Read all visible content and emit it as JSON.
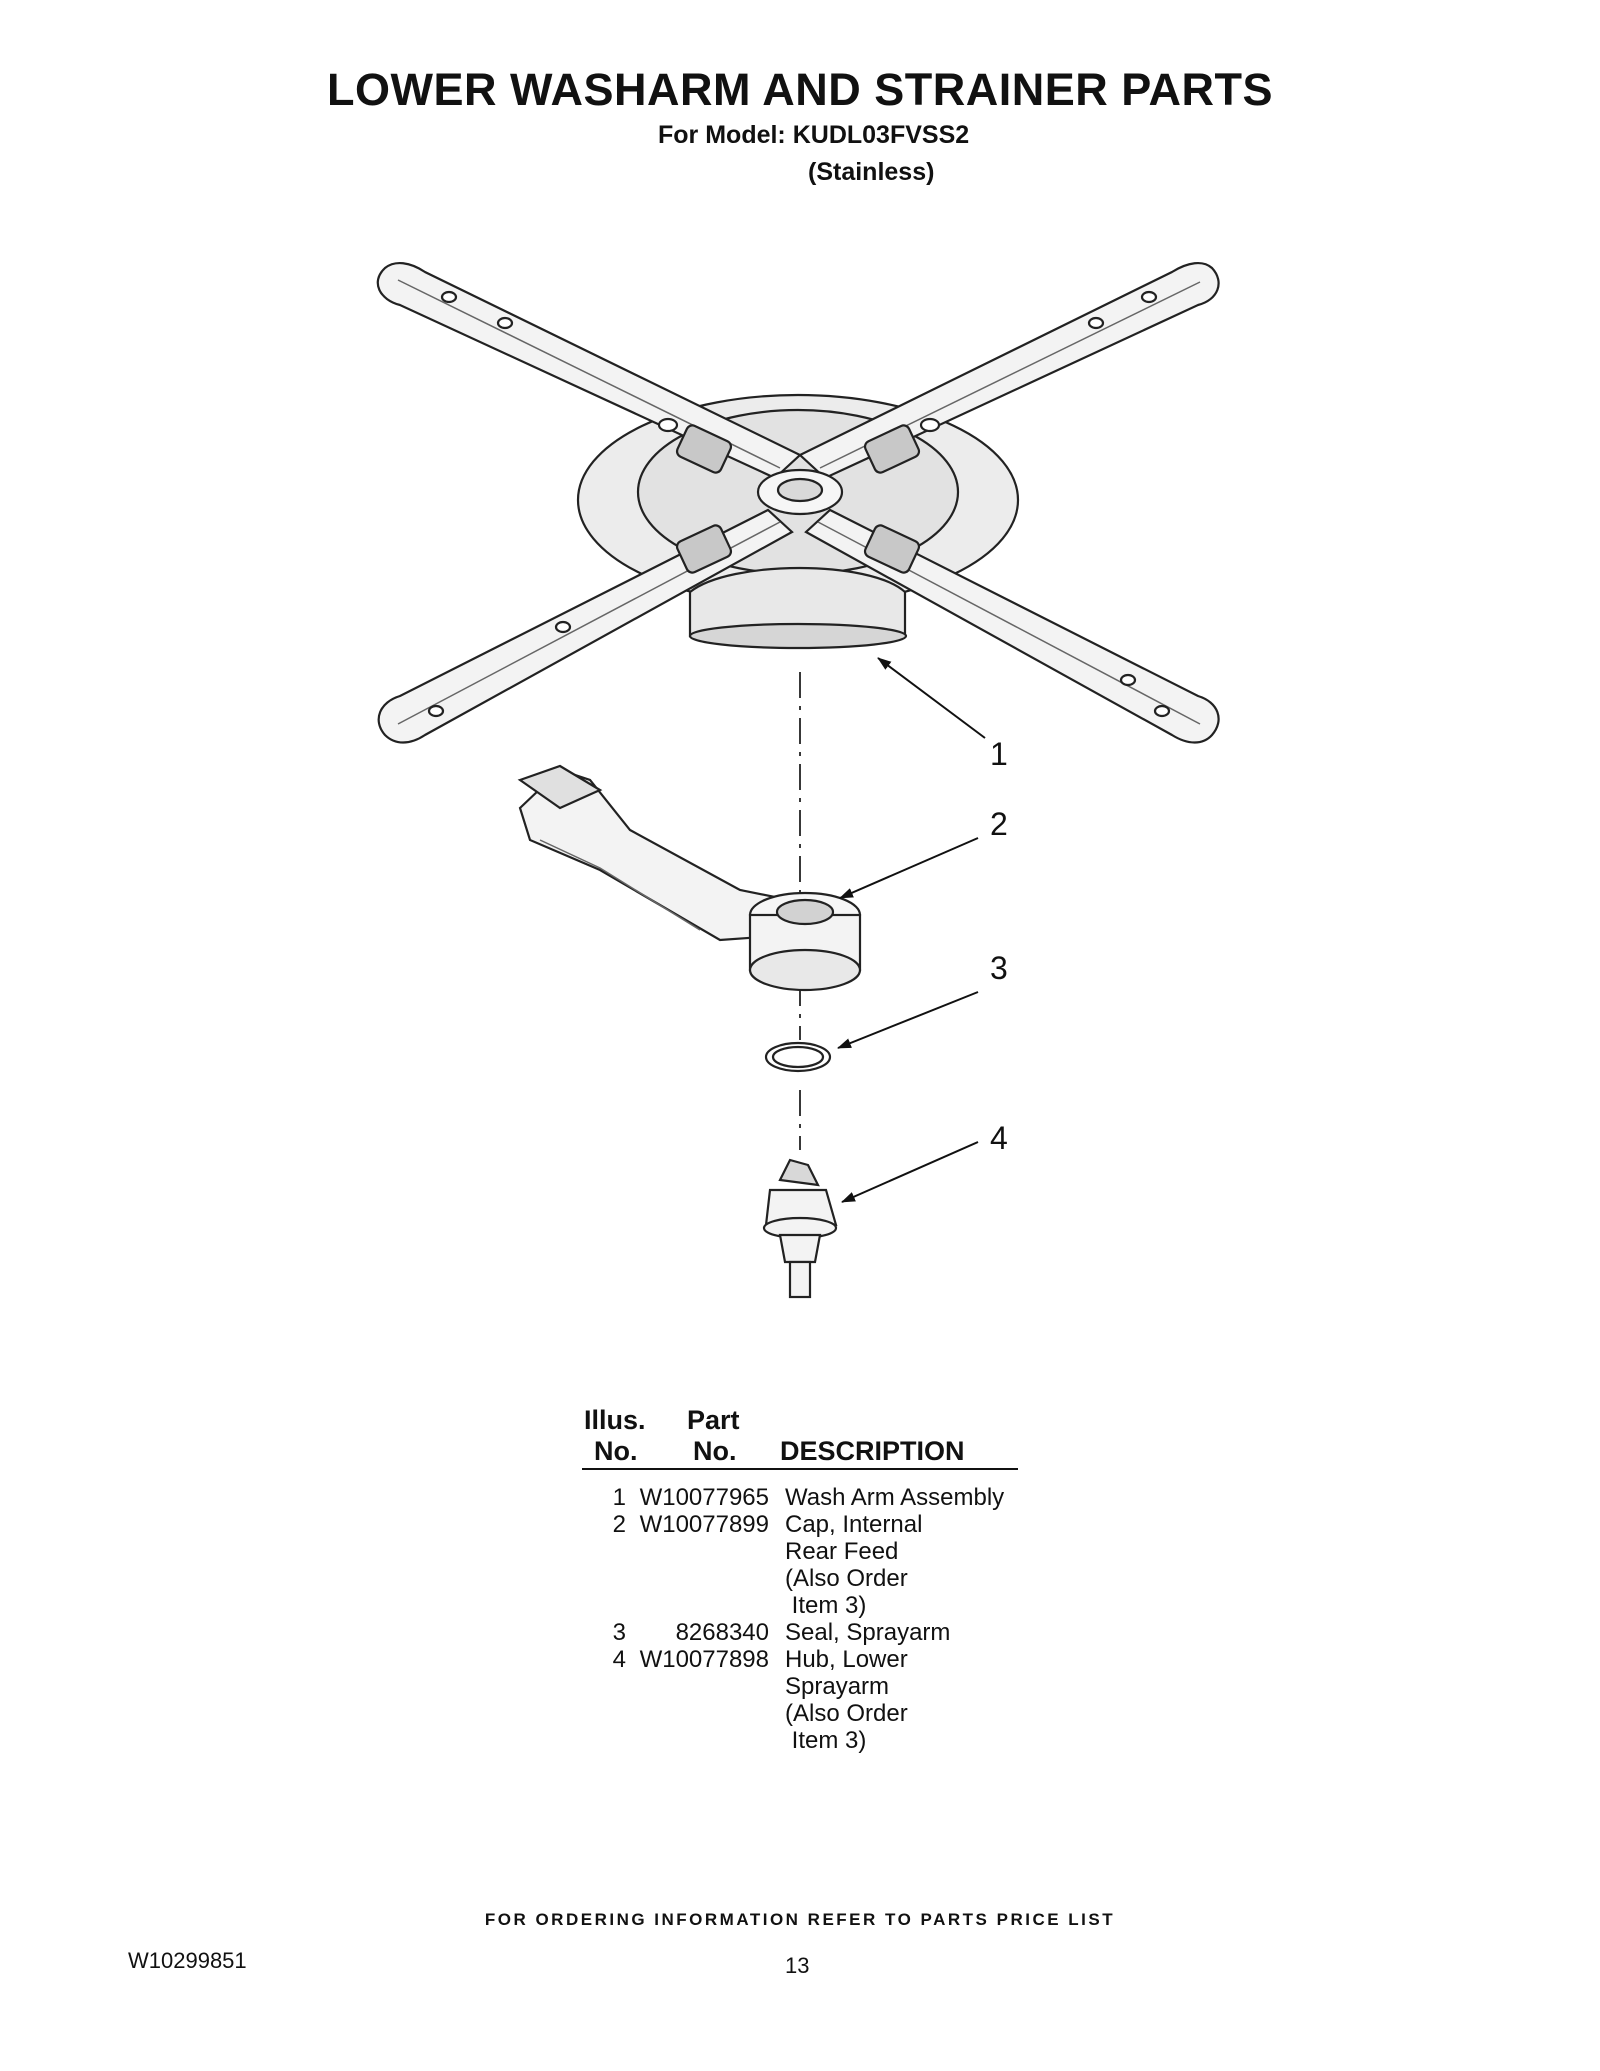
{
  "header": {
    "title": "LOWER WASHARM AND STRAINER PARTS",
    "model_line": "For Model: KUDL03FVSS2",
    "variant": "(Stainless)"
  },
  "callouts": [
    "1",
    "2",
    "3",
    "4"
  ],
  "table": {
    "headers": {
      "illus_line1": "Illus.",
      "illus_line2": "No.",
      "part_line1": "Part",
      "part_line2": "No.",
      "description": "DESCRIPTION"
    },
    "rows": [
      {
        "illus": "1",
        "part": "W10077965",
        "description": [
          "Wash Arm Assembly"
        ]
      },
      {
        "illus": "2",
        "part": "W10077899",
        "description": [
          "Cap, Internal",
          "Rear Feed",
          "(Also Order",
          " Item 3)"
        ]
      },
      {
        "illus": "3",
        "part": "8268340",
        "description": [
          "Seal, Sprayarm"
        ]
      },
      {
        "illus": "4",
        "part": "W10077898",
        "description": [
          "Hub, Lower",
          "Sprayarm",
          "(Also Order",
          " Item 3)"
        ]
      }
    ]
  },
  "footer": {
    "ordering_info": "FOR ORDERING INFORMATION REFER TO PARTS PRICE LIST",
    "doc_number": "W10299851",
    "page_number": "13"
  }
}
